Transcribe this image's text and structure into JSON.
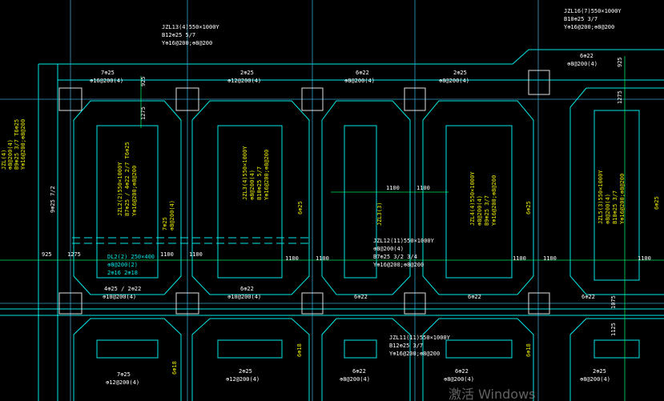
{
  "top_annotations": {
    "beam_left": [
      "JZL13(4)550×1000Y",
      "B12⊕25 5/7",
      "Y⊕16@200;⊕8@200"
    ],
    "beam_right": [
      "JZL16(7)550×1000Y",
      "B10⊕25 3/7",
      "Y⊕16@200;⊕8@200"
    ]
  },
  "top_rebar": [
    [
      "7⊕25",
      "⊕16@200(4)"
    ],
    [
      "2⊕25",
      "⊕12@200(4)"
    ],
    [
      "6⊕22",
      "⊕8@200(4)"
    ],
    [
      "2⊕25",
      "⊕8@200(4)"
    ],
    [
      "6⊕22",
      "⊕8@200(4)"
    ]
  ],
  "dims": {
    "d925": "925",
    "d1275": "1275",
    "d1100": "1100",
    "d1075": "1075",
    "d1125": "1125",
    "d9_25_7_2": "9⊕25 7/2"
  },
  "left_edge": [
    "JZL(4)",
    "⊕8@200(4)",
    "B9⊕25 3/7 T6⊕25",
    "Y⊕16@200;⊕8@200"
  ],
  "vertical_labels": {
    "v1": [
      "JZL2(2)550×1000Y",
      "B7⊕25 / 4⊕22 2/7 T6⊕25",
      "Y⊕16@200;⊕8@200"
    ],
    "v1b": [
      "7⊕25",
      "⊕8@200(4)"
    ],
    "v2": [
      "JZL3(4)550×1000Y",
      "⊕8@200(4)",
      "B10⊕25 5/7",
      "Y⊕16@200;⊕8@200"
    ],
    "v2b": "6⊕25",
    "v3": "JZL3(3)",
    "v4": [
      "JZL4(4)550×1000Y",
      "⊕8@200(4)",
      "B9⊕25 3/7",
      "Y⊕16@200;⊕8@200"
    ],
    "v4b": "6⊕25",
    "v5": [
      "JZL5(3)550×1000Y",
      "⊕8@200(4)",
      "B10⊕25 3/7",
      "Y⊕16@200;⊕8@200"
    ],
    "v5b": "6⊕25"
  },
  "dl": [
    "DL2(2) 250×400",
    "⊕8@200(2)",
    "2⊕16 2⊕18"
  ],
  "mid_beam": [
    "JZL12(11)550×1000Y",
    "⊕8@200(4)",
    "B7⊕25 3/2 3/4",
    "Y⊕16@200;⊕8@200"
  ],
  "mid_beam2": [
    "JZL11(11)550×1000Y",
    "B12⊕25 3/7",
    "Y⊕16@200;⊕8@200"
  ],
  "bottom_rebar": [
    [
      "4⊕25 / 2⊕22",
      "⊕10@200(4)"
    ],
    [
      "6⊕22",
      "⊕10@200(4)"
    ],
    [
      "6⊕22",
      ""
    ],
    [
      "6⊕22",
      ""
    ],
    [
      "6⊕22",
      ""
    ]
  ],
  "lower_rebar": [
    [
      "7⊕25",
      "⊕12@200(4)"
    ],
    [
      "2⊕25",
      "⊕12@200(4)"
    ],
    [
      "6⊕22",
      "⊕8@200(4)"
    ],
    [
      "6⊕22",
      "⊕8@200(4)"
    ],
    [
      "2⊕25",
      "⊕8@200(4)"
    ]
  ],
  "lower_vert": "6⊕18",
  "watermark": "激活 Windows"
}
